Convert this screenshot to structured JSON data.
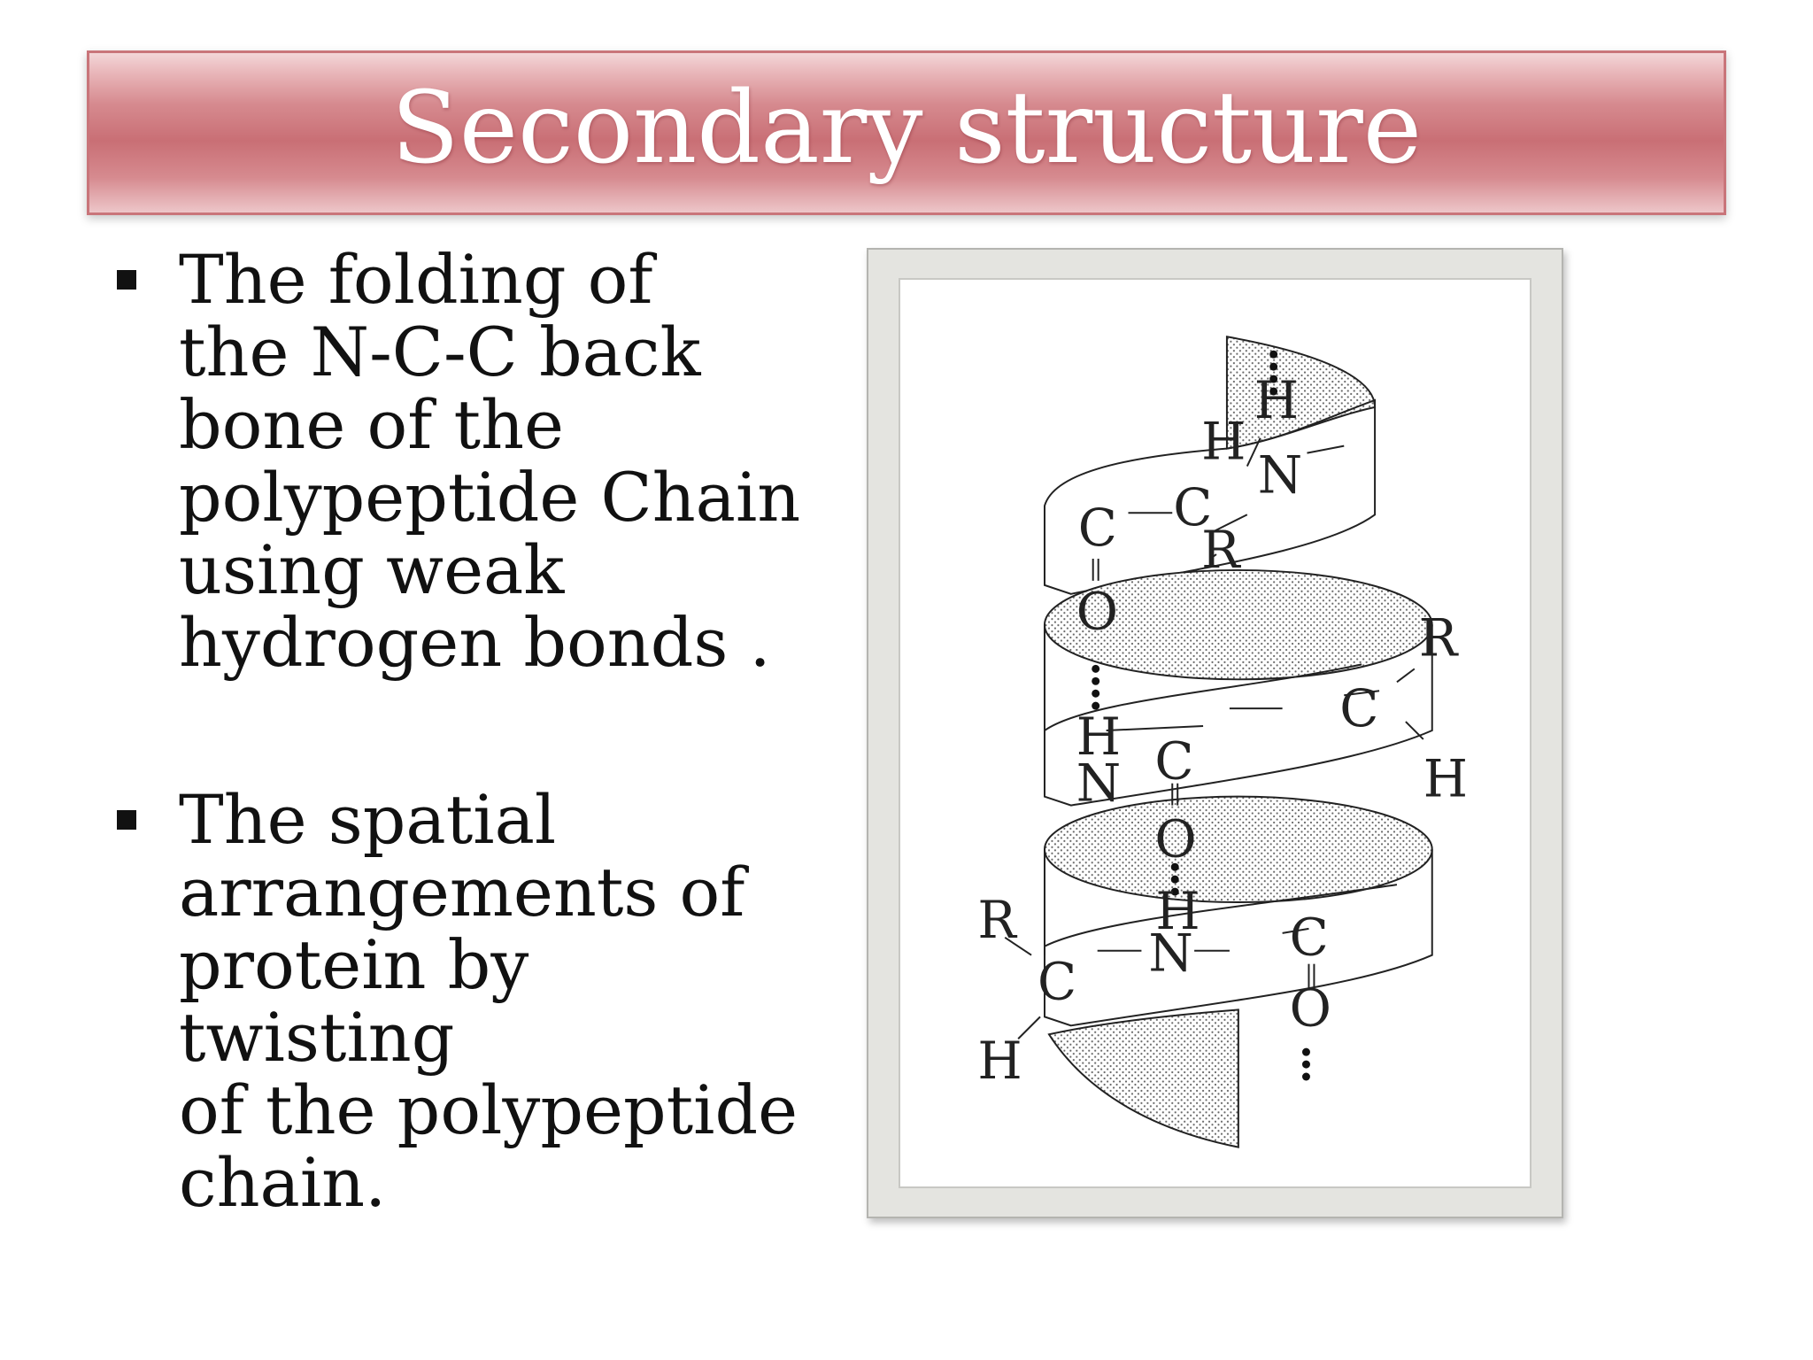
{
  "title": "Secondary structure",
  "bullets": [
    {
      "text": "    The folding of\nthe N-C-C back\nbone of the\npolypeptide Chain\nusing weak\nhydrogen  bonds ."
    },
    {
      "text": "The spatial\narrangements of\nprotein by twisting\nof the polypeptide\nchain."
    }
  ],
  "figure": {
    "atoms": {
      "H_top": "H",
      "N_top": "N",
      "H_top2": "H",
      "C_top": "C",
      "C_left_top": "C",
      "O_left_top": "O",
      "R_top": "R",
      "R_right": "R",
      "H_mid": "H",
      "C_right_mid": "C",
      "N_mid": "N",
      "C_mid": "C",
      "H_right": "H",
      "O_mid": "O",
      "H_low": "H",
      "R_left": "R",
      "N_low": "N",
      "C_right_low": "C",
      "C_left_low": "C",
      "O_right_low": "O",
      "H_left": "H"
    }
  }
}
